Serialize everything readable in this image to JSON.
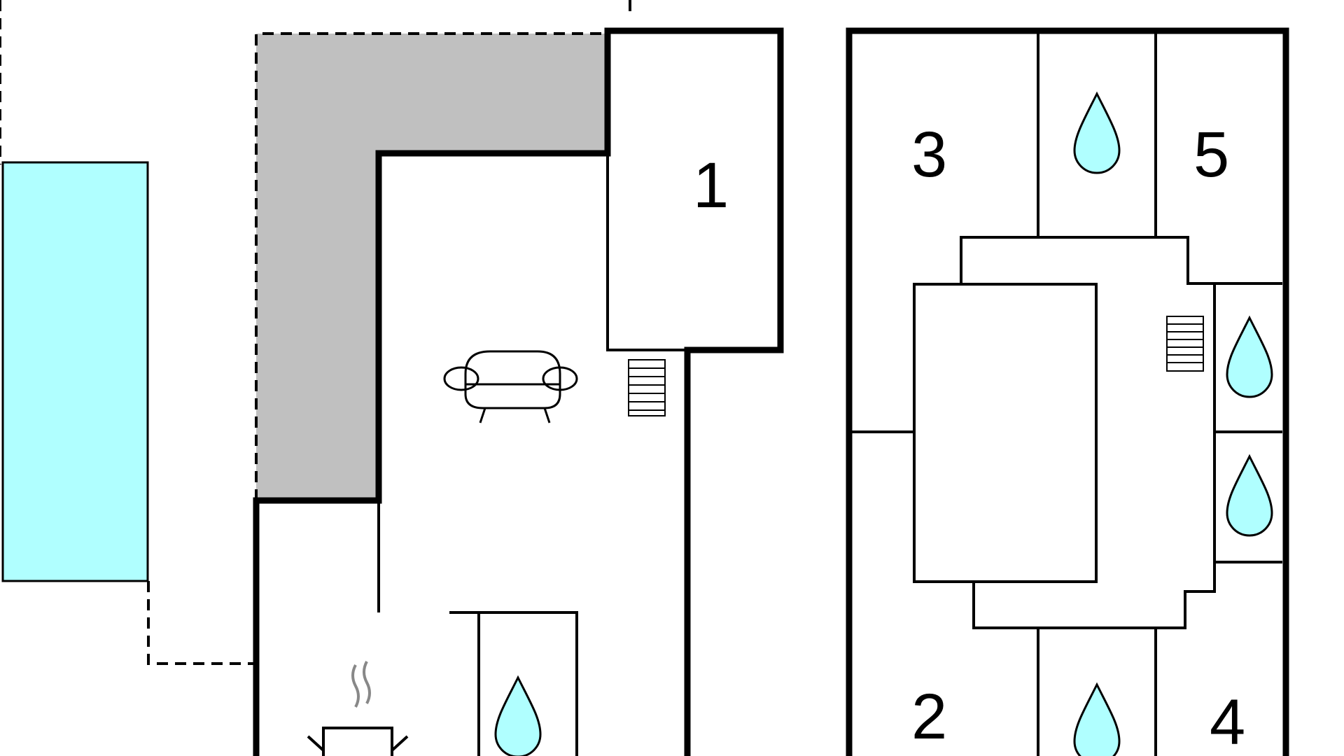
{
  "colors": {
    "pool": "#b0ffff",
    "terrace_light": "#e8e8e8",
    "terrace_dark": "#c0c0c0",
    "wall": "#000000",
    "water_drop": "#b0ffff",
    "steam": "#888888"
  },
  "floor_plan": {
    "rooms": [
      {
        "id": "room-1",
        "number": "1"
      },
      {
        "id": "room-2",
        "number": "2"
      },
      {
        "id": "room-3",
        "number": "3"
      },
      {
        "id": "room-4",
        "number": "4"
      },
      {
        "id": "room-5",
        "number": "5"
      }
    ],
    "icons": [
      "sofa-icon",
      "stairs-icon",
      "water-drop-icon",
      "cooking-icon"
    ]
  }
}
